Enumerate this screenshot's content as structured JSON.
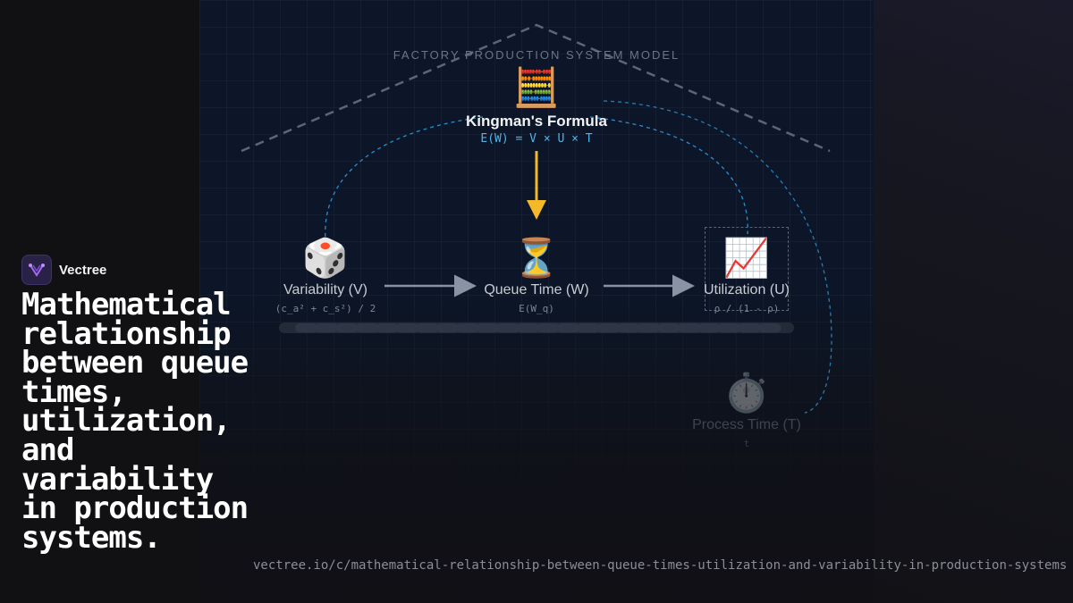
{
  "diagram": {
    "model_title": "FACTORY PRODUCTION SYSTEM MODEL",
    "kingman": {
      "icon": "abacus-icon",
      "glyph": "🧮",
      "title": "Kingman's Formula",
      "formula": "E(W) = V × U × T"
    },
    "nodes": [
      {
        "id": "variability",
        "icon": "dice-icon",
        "glyph": "🎲",
        "label": "Variability (V)",
        "formula": "(c_a² + c_s²) / 2"
      },
      {
        "id": "queue-time",
        "icon": "hourglass-icon",
        "glyph": "⏳",
        "label": "Queue Time (W)",
        "formula": "E(W_q)"
      },
      {
        "id": "utilization",
        "icon": "chart-increasing-icon",
        "glyph": "📈",
        "label": "Utilization (U)",
        "formula": "ρ / (1 - ρ)"
      },
      {
        "id": "process-time",
        "icon": "stopwatch-icon",
        "glyph": "⏱️",
        "label": "Process Time (T)",
        "formula": "t"
      }
    ],
    "colors": {
      "arrow": "#f5b829",
      "connector": "#2a8fd0",
      "roof": "#5d6577",
      "flow": "#8a93a3"
    }
  },
  "brand": {
    "name": "Vectree",
    "logo_icon": "vectree-logo-icon"
  },
  "headline": "Mathematical relationship between queue times, utilization, and variability in production systems.",
  "url": "vectree.io/c/mathematical-relationship-between-queue-times-utilization-and-variability-in-production-systems"
}
